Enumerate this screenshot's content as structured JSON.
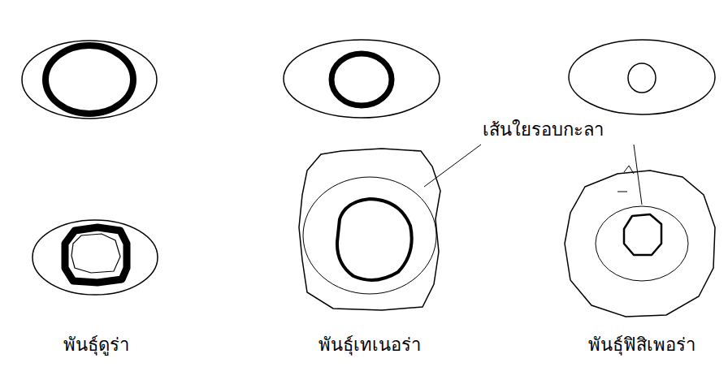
{
  "diagram": {
    "labels": [
      "เส้นใยรอบกะลา",
      "พันธุ์ดูร่า",
      "พันธุ์เทเนอร่า",
      "พันธุ์ฟิสิเพอร่า"
    ]
  }
}
